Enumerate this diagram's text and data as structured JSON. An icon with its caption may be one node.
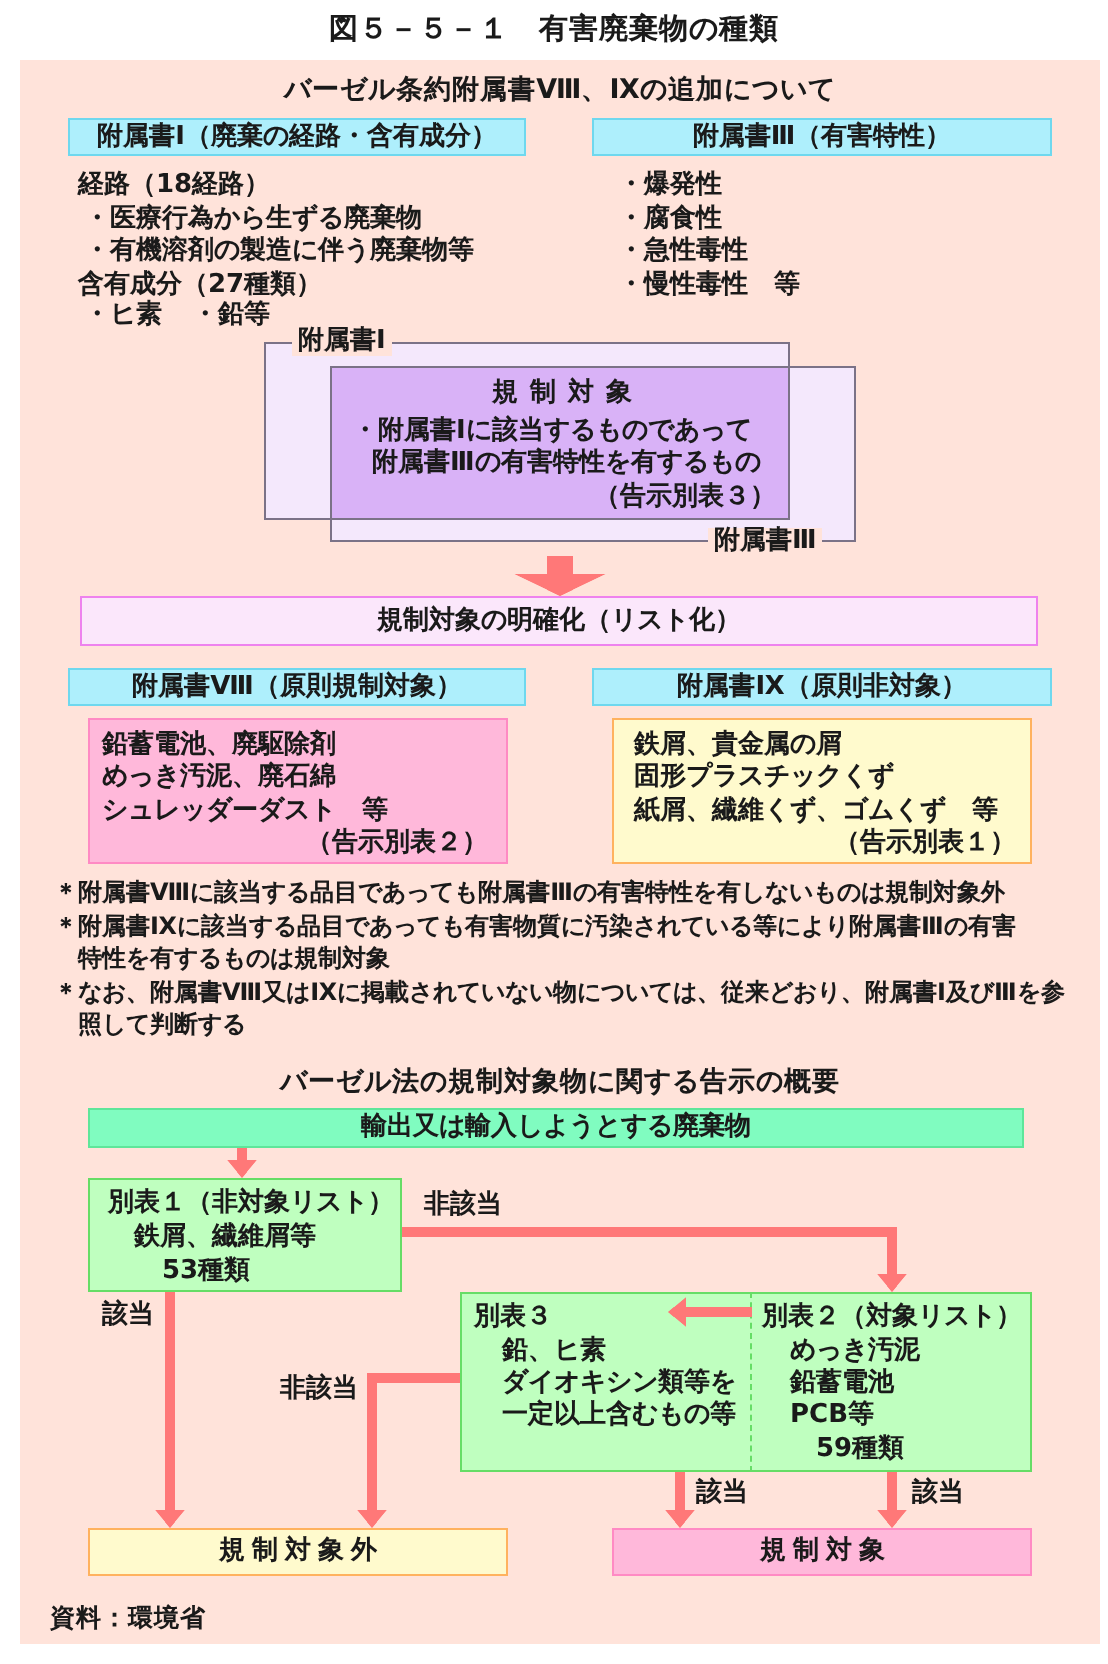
{
  "diagram": {
    "title": "図５－５－１　有害廃棄物の種類",
    "nodes": [
      {
        "text": [
          "附属書Ⅰ（廃棄の経路・含有成分）"
        ],
        "beside": [
          "経路（18経路）",
          "・医療行為から生ずる廃棄物",
          "・有機溶剤の製造に伴う廃棄物等",
          "含有成分（27種類）",
          "・ヒ素",
          "・鉛等"
        ]
      },
      {
        "text": [
          "附属書Ⅲ（有害特性）"
        ],
        "beside": [
          "・爆発性",
          "・腐食性",
          "・急性毒性",
          "・慢性毒性　等"
        ]
      },
      {
        "text": [
          "附属書Ⅰ"
        ]
      },
      {
        "text": [
          "附属書Ⅲ"
        ]
      },
      {
        "text": [
          "規制対象",
          "・附属書Ⅰに該当するものであって附属書Ⅲの有害特性を有するもの",
          "（告示別表３）"
        ]
      },
      {
        "text": [
          "規制対象の明確化（リスト化）"
        ]
      },
      {
        "text": [
          "附属書Ⅷ（原則規制対象）"
        ]
      },
      {
        "text": [
          "附属書Ⅸ（原則非対象）"
        ]
      },
      {
        "text": [
          "鉛蓄電池、廃駆除剤",
          "めっき汚泥、廃石綿",
          "シュレッダーダスト　等",
          "（告示別表２）"
        ]
      },
      {
        "text": [
          "鉄屑、貴金属の屑",
          "固形プラスチックくず",
          "紙屑、繊維くず、ゴムくず　等",
          "（告示別表１）"
        ]
      },
      {
        "text": [
          "輸出又は輸入しようとする廃棄物"
        ]
      },
      {
        "text": [
          "別表１（非対象リスト）",
          "鉄屑、繊維屑等",
          "53種類"
        ]
      },
      {
        "text": [
          "別表３",
          "鉛、ヒ素",
          "ダイオキシン類等を一定以上含むもの等"
        ]
      },
      {
        "text": [
          "別表２（対象リスト）",
          "めっき汚泥",
          "鉛蓄電池",
          "PCB等",
          "59種類"
        ]
      },
      {
        "text": [
          "規制対象外"
        ]
      },
      {
        "text": [
          "規制対象"
        ]
      }
    ],
    "edges": [
      {
        "from": 3,
        "to": 5,
        "arrow": "to",
        "style": "thick"
      },
      {
        "from": 10,
        "to": 11,
        "arrow": "to"
      },
      {
        "from": 11,
        "to": 13,
        "arrow": "to",
        "label": "非該当"
      },
      {
        "from": 13,
        "to": 12,
        "arrow": "to"
      },
      {
        "from": 11,
        "to": 14,
        "arrow": "to",
        "label": "該当"
      },
      {
        "from": 12,
        "to": 14,
        "arrow": "to",
        "label": "非該当"
      },
      {
        "from": 12,
        "to": 15,
        "arrow": "to",
        "label": "該当"
      },
      {
        "from": 13,
        "to": 15,
        "arrow": "to",
        "label": "該当"
      }
    ],
    "labels": [
      "バーゼル条約附属書Ⅷ、Ⅸの追加について",
      "＊附属書Ⅷに該当する品目であっても附属書Ⅲの有害特性を有しないものは規制対象外",
      "＊附属書Ⅸに該当する品目であっても有害物質に汚染されている等により附属書Ⅲの有害特性を有するものは規制対象",
      "＊なお、附属書Ⅷ又はⅨに掲載されていない物については、従来どおり、附属書Ⅰ及びⅢを参照して判断する",
      "バーゼル法の規制対象物に関する告示の概要",
      "資料：環境省"
    ]
  }
}
